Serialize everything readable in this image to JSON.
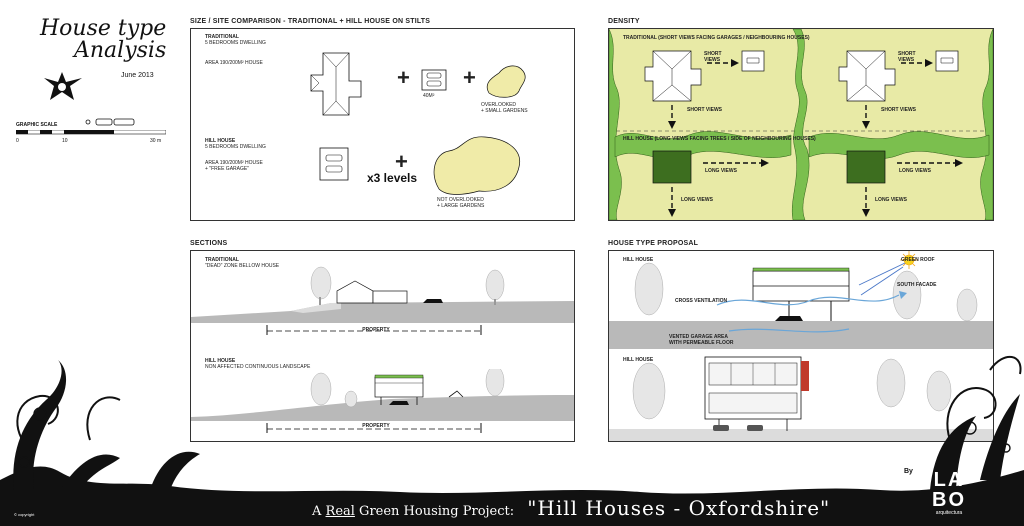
{
  "header": {
    "title_line1": "House type",
    "title_line2": "Analysis",
    "date": "June 2013",
    "scale_label": "GRAPHIC SCALE",
    "scale_ticks": [
      "0",
      "10",
      "30 m"
    ]
  },
  "comparison": {
    "heading": "SIZE / SITE COMPARISON - TRADITIONAL + HILL HOUSE ON STILTS",
    "traditional": {
      "title": "TRADITIONAL",
      "line1": "5 BEDROOMS DWELLING",
      "line2": "AREA 190/200m² HOUSE",
      "garage_area": "40m²",
      "garden_note1": "OVERLOOKED",
      "garden_note2": "+ SMALL GARDENS"
    },
    "hill": {
      "title": "HILL HOUSE",
      "line1": "5 BEDROOMS DWELLING",
      "line2": "AREA 190/200m² HOUSE",
      "line3": "+ \"FREE GARAGE\"",
      "levels": "x3 levels",
      "garden_note1": "NOT OVERLOOKED",
      "garden_note2": "+ LARGE GARDENS"
    }
  },
  "density": {
    "heading": "DENSITY",
    "traditional": "TRADITIONAL (SHORT VIEWS FACING GARAGES / NEIGHBOURING HOUSES)",
    "hill": "HILL HOUSE (LONG VIEWS FACING TREES / SIDE OF NEIGHBOURING HOUSES)",
    "short_views": "SHORT VIEWS",
    "long_views": "LONG VIEWS"
  },
  "sections": {
    "heading": "SECTIONS",
    "traditional_title": "TRADITIONAL",
    "traditional_note": "\"DEAD\" ZONE BELLOW HOUSE",
    "hill_title": "HILL HOUSE",
    "hill_note": "NON AFFECTED CONTINUOUS LANDSCAPE",
    "property": "PROPERTY"
  },
  "proposal": {
    "heading": "HOUSE TYPE PROPOSAL",
    "hill1": "HILL HOUSE",
    "hill2": "HILL HOUSE",
    "green_roof": "GREEN ROOF",
    "south_facade": "SOUTH FACADE",
    "cross_ventilation": "CROSS VENTILATION",
    "garage_note1": "VENTED GARAGE AREA",
    "garage_note2": "WITH PERMEABLE FLOOR"
  },
  "footer": {
    "prefix": "A ",
    "real": "Real",
    "project": " Green Housing Project:",
    "name": "\"Hill Houses - Oxfordshire\"",
    "by": "By",
    "logo_top": "LA",
    "logo_bottom": "BO",
    "logo_sub": "arquitectura",
    "copyright": "copyright"
  },
  "colors": {
    "site_green": "#e8eaa6",
    "tree_green": "#7bbf4e",
    "dark_green": "#3d6e1f",
    "garden_yellow": "#f0eba8",
    "ground_gray": "#b9b9b9"
  }
}
